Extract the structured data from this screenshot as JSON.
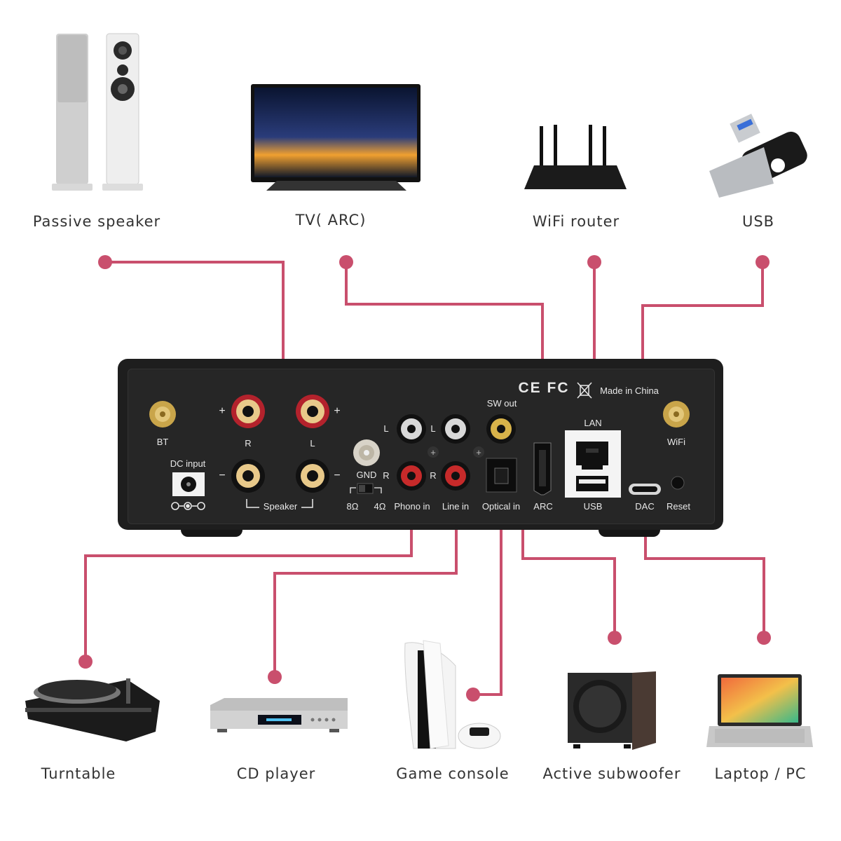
{
  "top_devices": [
    {
      "name": "Passive speaker",
      "icon": "floor-speakers-icon"
    },
    {
      "name": "TV( ARC)",
      "icon": "tv-icon"
    },
    {
      "name": "WiFi router",
      "icon": "router-icon"
    },
    {
      "name": "USB",
      "icon": "usb-drive-icon"
    }
  ],
  "bottom_devices": [
    {
      "name": "Turntable",
      "icon": "turntable-icon"
    },
    {
      "name": "CD player",
      "icon": "cd-player-icon"
    },
    {
      "name": "Game console",
      "icon": "game-console-icon"
    },
    {
      "name": "Active subwoofer",
      "icon": "subwoofer-icon"
    },
    {
      "name": "Laptop / PC",
      "icon": "laptop-icon"
    }
  ],
  "panel": {
    "bt": "BT",
    "wifi": "WiFi",
    "dc_input": "DC input",
    "speaker_r": "R",
    "speaker_l": "L",
    "speaker_plus": "+",
    "speaker_minus": "−",
    "speaker": "Speaker",
    "gnd": "GND",
    "ohm8": "8Ω",
    "ohm4": "4Ω",
    "phono_in": "Phono in",
    "line_in": "Line in",
    "sw_out": "SW out",
    "optical_in": "Optical in",
    "arc": "ARC",
    "lan": "LAN",
    "usb": "USB",
    "dac": "DAC",
    "reset": "Reset",
    "made_in": "Made in China",
    "cert": "CE FC",
    "rca_l": "L",
    "rca_r": "R"
  },
  "colors": {
    "connector_line": "#c94f6d",
    "panel": "#1e1e1e",
    "label_text": "#333333"
  }
}
